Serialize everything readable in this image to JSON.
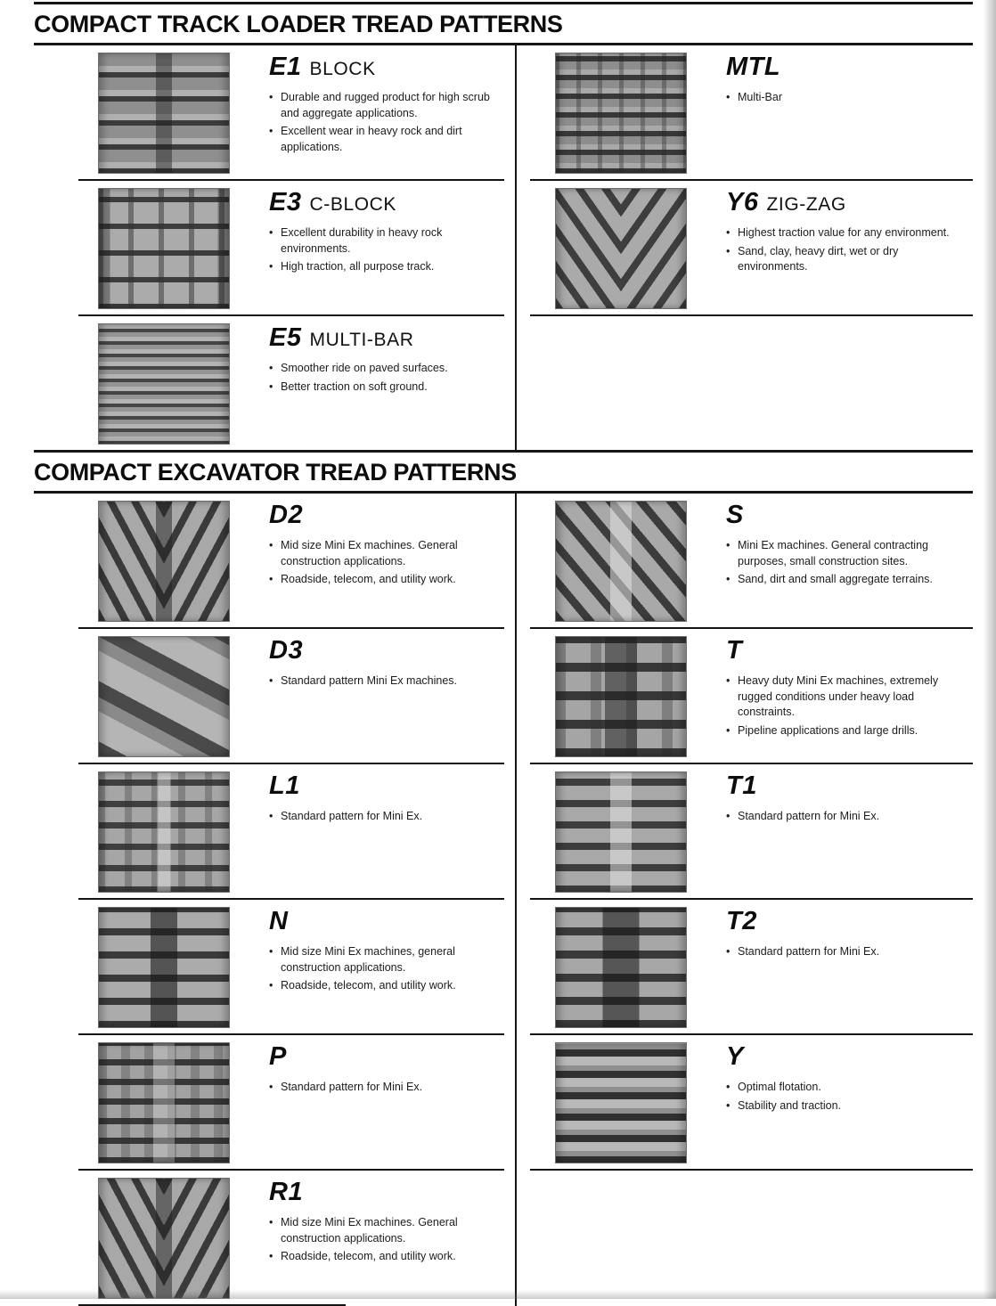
{
  "track_loader": {
    "title": "COMPACT TRACK LOADER TREAD PATTERNS",
    "left": [
      {
        "code": "E1",
        "name": "BLOCK",
        "bullets": [
          "Durable and rugged product for high scrub and aggregate applications.",
          "Excellent wear in heavy rock and dirt applications."
        ]
      },
      {
        "code": "E3",
        "name": "C-BLOCK",
        "bullets": [
          "Excellent durability in heavy rock environments.",
          "High traction, all purpose track."
        ]
      },
      {
        "code": "E5",
        "name": "MULTI-BAR",
        "bullets": [
          "Smoother ride on paved surfaces.",
          "Better traction on soft ground."
        ]
      }
    ],
    "right": [
      {
        "code": "MTL",
        "name": "",
        "bullets": [
          "Multi-Bar"
        ]
      },
      {
        "code": "Y6",
        "name": "ZIG-ZAG",
        "bullets": [
          "Highest traction value for any environment.",
          "Sand, clay, heavy dirt, wet or dry environments."
        ]
      }
    ]
  },
  "excavator": {
    "title": "COMPACT EXCAVATOR TREAD PATTERNS",
    "left": [
      {
        "code": "D2",
        "name": "",
        "bullets": [
          "Mid size Mini Ex machines. General construction applications.",
          "Roadside, telecom, and utility work."
        ]
      },
      {
        "code": "D3",
        "name": "",
        "bullets": [
          "Standard pattern Mini Ex machines."
        ]
      },
      {
        "code": "L1",
        "name": "",
        "bullets": [
          "Standard pattern for Mini Ex."
        ]
      },
      {
        "code": "N",
        "name": "",
        "bullets": [
          "Mid size Mini Ex machines, general construction applications.",
          "Roadside, telecom, and utility work."
        ]
      },
      {
        "code": "P",
        "name": "",
        "bullets": [
          "Standard pattern for Mini Ex."
        ]
      },
      {
        "code": "R1",
        "name": "",
        "bullets": [
          "Mid size Mini Ex machines. General construction applications.",
          "Roadside, telecom, and utility work."
        ]
      }
    ],
    "right": [
      {
        "code": "S",
        "name": "",
        "bullets": [
          "Mini Ex machines. General contracting purposes, small construction sites.",
          "Sand, dirt and small aggregate terrains."
        ]
      },
      {
        "code": "T",
        "name": "",
        "bullets": [
          "Heavy duty Mini Ex machines, extremely rugged conditions under heavy load constraints.",
          "Pipeline applications and large drills."
        ]
      },
      {
        "code": "T1",
        "name": "",
        "bullets": [
          "Standard pattern for Mini Ex."
        ]
      },
      {
        "code": "T2",
        "name": "",
        "bullets": [
          "Standard pattern for Mini Ex."
        ]
      },
      {
        "code": "Y",
        "name": "",
        "bullets": [
          "Optimal flotation.",
          "Stability and traction."
        ]
      }
    ]
  }
}
